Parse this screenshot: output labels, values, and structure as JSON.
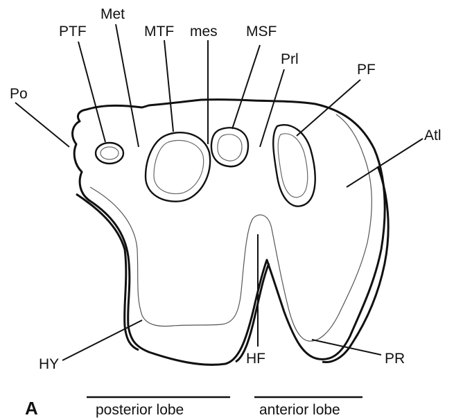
{
  "panel_label": "A",
  "labels": {
    "po": "Po",
    "ptf": "PTF",
    "met": "Met",
    "mtf": "MTF",
    "mes": "mes",
    "msf": "MSF",
    "prl": "Prl",
    "pf": "PF",
    "atl": "Atl",
    "hy": "HY",
    "hf": "HF",
    "pr": "PR"
  },
  "lobes": {
    "posterior": "posterior lobe",
    "anterior": "anterior lobe"
  }
}
